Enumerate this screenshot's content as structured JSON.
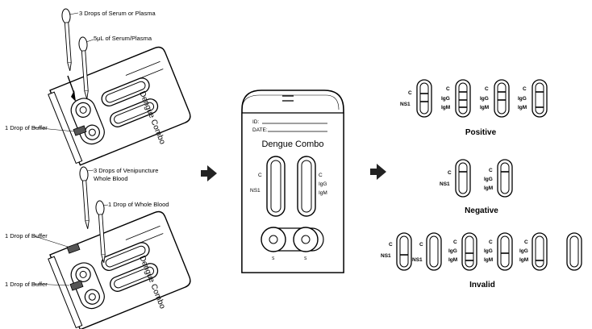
{
  "steps": {
    "serum": {
      "drops_label": "3 Drops of Serum or Plasma",
      "ul_label": "5μL of Serum/Plasma",
      "buffer_label": "1 Drop of Buffer"
    },
    "blood": {
      "drops_label": "3 Drops of Venipuncture Whole Blood",
      "drops_label_line1": "3 Drops of Venipuncture",
      "drops_label_line2": "Whole Blood",
      "drop_label": "1 Drop of Whole Blood",
      "buffer_label_1": "1 Drop of Buffer",
      "buffer_label_2": "1 Drop of Buffer"
    }
  },
  "device": {
    "id_label": "ID:",
    "date_label": "DATE:",
    "title": "Dengue Combo",
    "label_c": "C",
    "label_ns1": "NS1",
    "label_igg": "IgG",
    "label_igm": "IgM",
    "well_s": "S",
    "tilted_title": "Dengue Combo"
  },
  "results": {
    "positive_label": "Positive",
    "negative_label": "Negative",
    "invalid_label": "Invalid",
    "c": "C",
    "ns1": "NS1",
    "igg": "IgG",
    "igm": "IgM"
  },
  "icons": [
    "pipette-icon",
    "arrow-right-icon"
  ]
}
